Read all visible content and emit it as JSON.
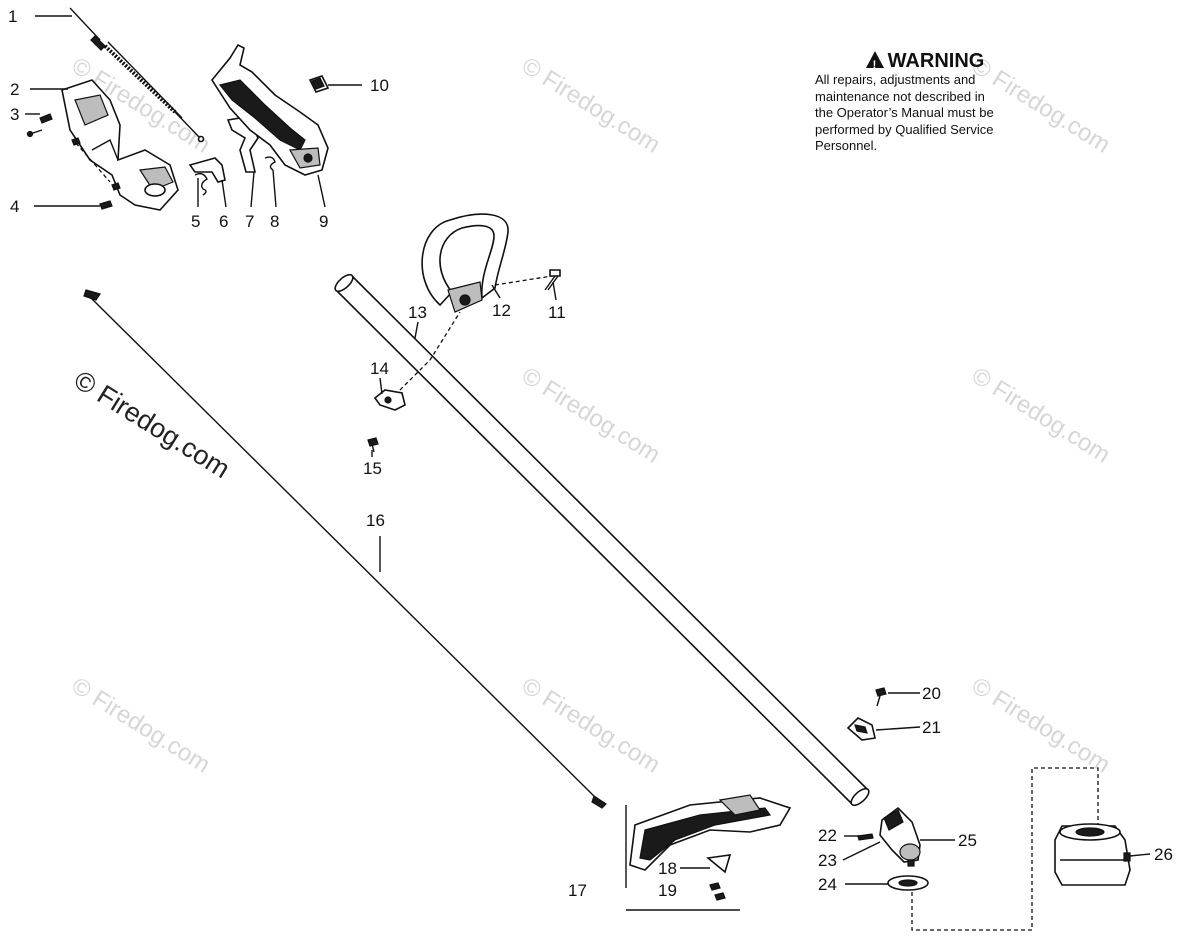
{
  "warning": {
    "title": "WARNING",
    "body_lines": [
      "All repairs, adjustments and",
      "maintenance not described in",
      "the Operator’s Manual must be",
      "performed by Qualified Service",
      "Personnel."
    ]
  },
  "watermark": {
    "main": "© Firedog.com",
    "repeat": "© Firedog.com"
  },
  "part_numbers": {
    "p1": "1",
    "p2": "2",
    "p3": "3",
    "p4": "4",
    "p5": "5",
    "p6": "6",
    "p7": "7",
    "p8": "8",
    "p9": "9",
    "p10": "10",
    "p11": "11",
    "p12": "12",
    "p13": "13",
    "p14": "14",
    "p15": "15",
    "p16": "16",
    "p17": "17",
    "p18": "18",
    "p19": "19",
    "p20": "20",
    "p21": "21",
    "p22": "22",
    "p23": "23",
    "p24": "24",
    "p25": "25",
    "p26": "26"
  }
}
